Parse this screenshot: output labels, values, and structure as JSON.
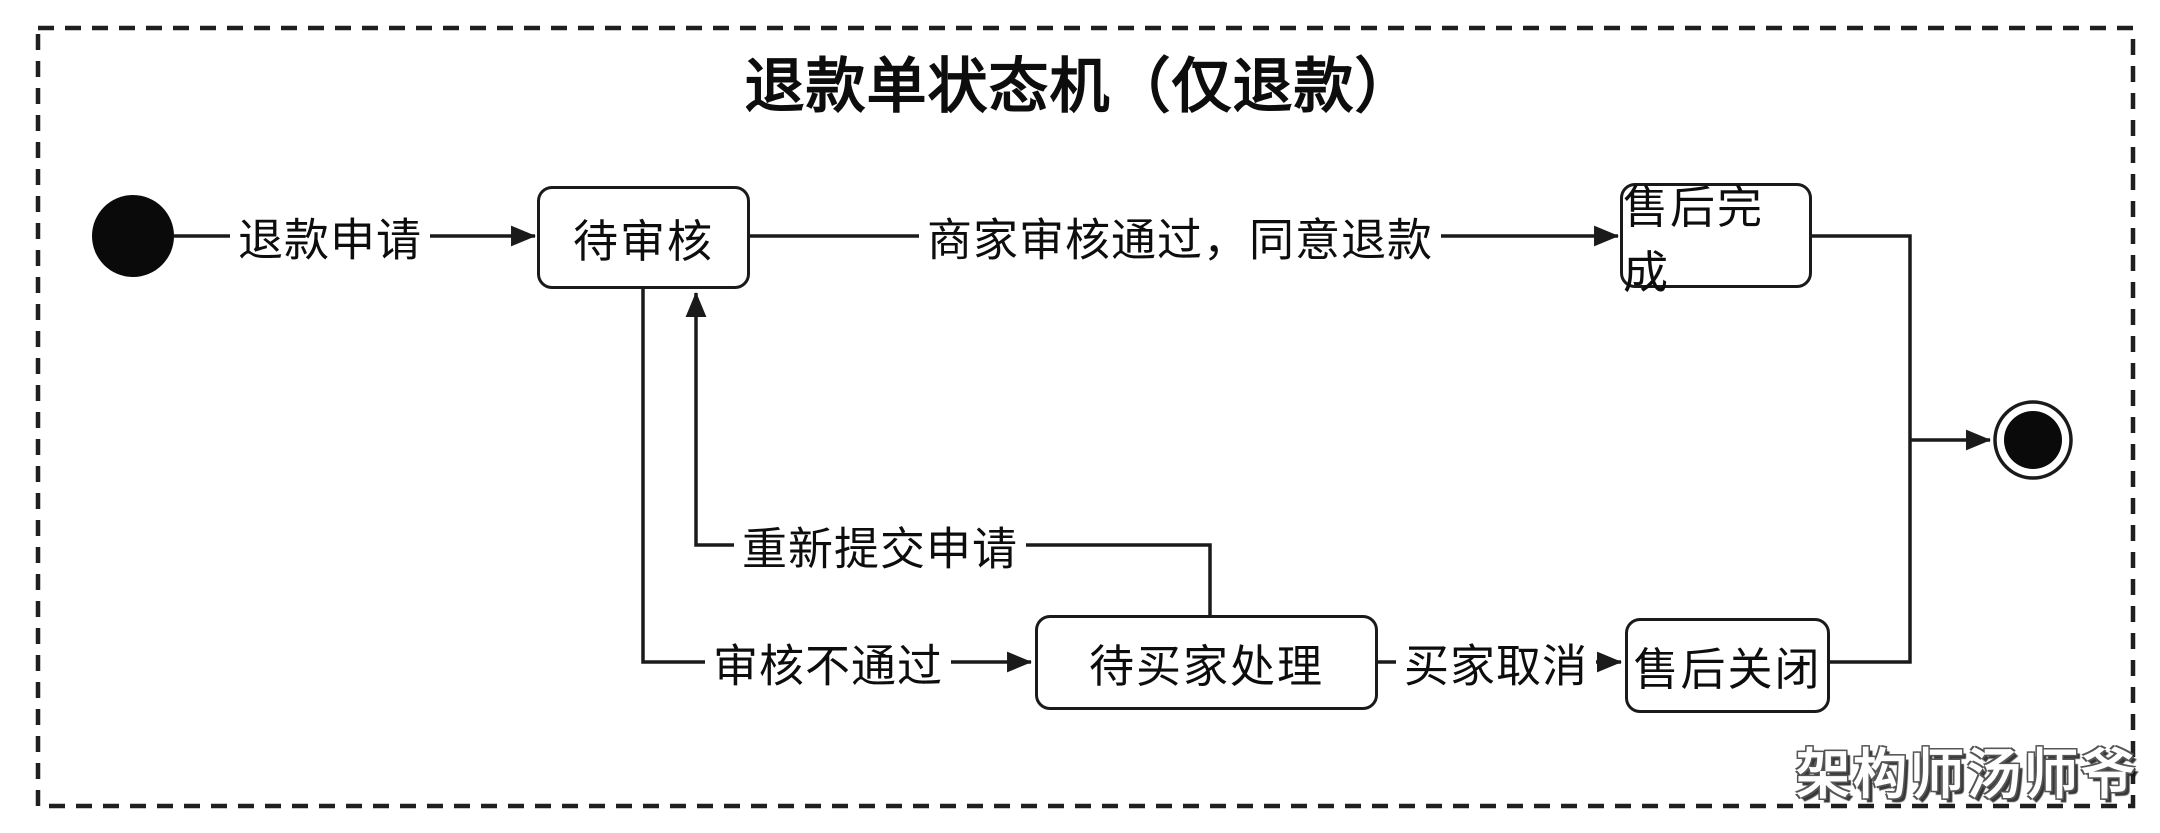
{
  "title": "退款单状态机（仅退款）",
  "diagram_type": "state-machine",
  "states": {
    "initial": {
      "name": "initial-state",
      "shape": "filled-circle"
    },
    "pending_review": {
      "label": "待审核"
    },
    "after_sales_completed": {
      "label": "售后完成"
    },
    "pending_buyer": {
      "label": "待买家处理"
    },
    "after_sales_closed": {
      "label": "售后关闭"
    },
    "final": {
      "name": "final-state",
      "shape": "ringed-filled-circle"
    }
  },
  "transitions": {
    "refund_request": {
      "label": "退款申请",
      "from": "initial",
      "to": "待审核"
    },
    "merchant_approved": {
      "label": "商家审核通过，同意退款",
      "from": "待审核",
      "to": "售后完成"
    },
    "resubmit": {
      "label": "重新提交申请",
      "from": "待买家处理",
      "to": "待审核"
    },
    "review_rejected": {
      "label": "审核不通过",
      "from": "待审核",
      "to": "待买家处理"
    },
    "buyer_cancel": {
      "label": "买家取消",
      "from": "待买家处理",
      "to": "售后关闭"
    },
    "completed_to_final": {
      "label": "",
      "from": "售后完成",
      "to": "final"
    },
    "closed_to_final": {
      "label": "",
      "from": "售后关闭",
      "to": "final"
    }
  },
  "watermark": "架构师汤师爷",
  "colors": {
    "background": "#ffffff",
    "line": "#1a1a1a",
    "text": "#0d0d0d",
    "watermark_fill": "#ffffff",
    "watermark_shadow": "#555555"
  }
}
